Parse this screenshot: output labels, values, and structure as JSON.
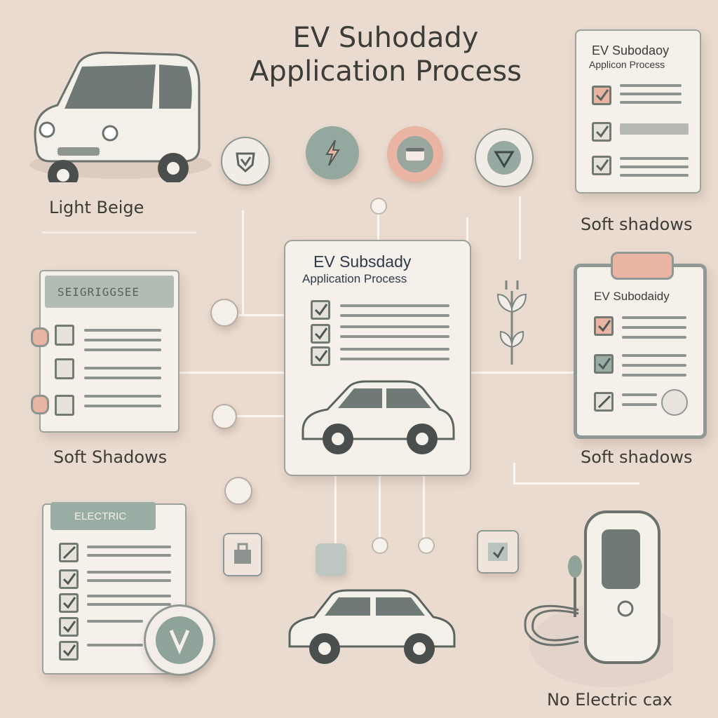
{
  "header": {
    "title_line1": "EV Suhodady",
    "title_line2": "Application Process"
  },
  "captions": {
    "top_left": "Light Beige",
    "right_upper": "Soft shadows",
    "left_middle": "Soft Shadows",
    "right_middle": "Soft shadows",
    "bottom_right": "No Electric cax"
  },
  "top_right_card": {
    "title_line1": "EV Subodaoy",
    "title_line2": "Applicon Process"
  },
  "center_card": {
    "title_line1": "EV Subsdady",
    "title_line2": "Application Process"
  },
  "right_clipboard": {
    "title": "EV Subodaidy"
  },
  "left_binder": {
    "header_label": "SEIGRIGGSEE"
  },
  "bottom_left_form": {
    "tab_label": "ELECTRIC"
  },
  "icons": [
    "shield-check-icon",
    "lightning-icon",
    "wallet-icon",
    "triangle-check-icon"
  ],
  "colors": {
    "background": "#eadbd0",
    "sage": "#8fa39a",
    "peach": "#e9b3a0",
    "card": "#f5f0ea",
    "line": "#8e9591"
  }
}
